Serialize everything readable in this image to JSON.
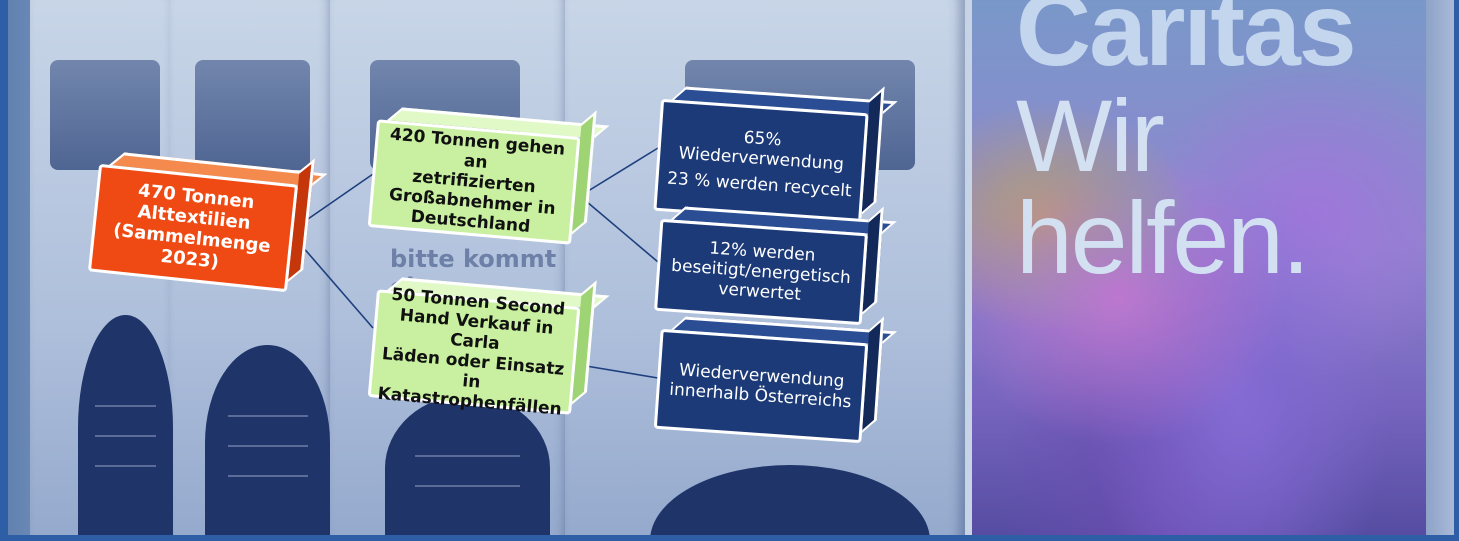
{
  "poster": {
    "brand": "Caritas",
    "slogan": "Wir helfen."
  },
  "background": {
    "bin_text": "bitte kommt ein"
  },
  "diagram": {
    "root": {
      "lines": [
        "470 Tonnen Alttextilien",
        "(Sammelmenge 2023)"
      ]
    },
    "branch_upper": {
      "lines": [
        "420 Tonnen gehen an",
        "zetrifizierten",
        "Großabnehmer in",
        "Deutschland"
      ]
    },
    "branch_lower": {
      "lines": [
        "50 Tonnen Second",
        "Hand Verkauf in Carla",
        "Läden oder Einsatz in",
        "Katastrophenfällen"
      ]
    },
    "leaf_reuse": {
      "lines": [
        "65%",
        "Wiederverwendung",
        "23 % werden recycelt"
      ]
    },
    "leaf_disposed": {
      "lines": [
        "12% werden",
        "beseitigt/energetisch",
        "verwertet"
      ]
    },
    "leaf_austria": {
      "lines": [
        "Wiederverwendung",
        "innerhalb Österreichs"
      ]
    }
  },
  "colors": {
    "root": "#ef4a14",
    "branch": "#c8f0a0",
    "leaf": "#1c3a78",
    "connector": "#1d3f7d"
  }
}
